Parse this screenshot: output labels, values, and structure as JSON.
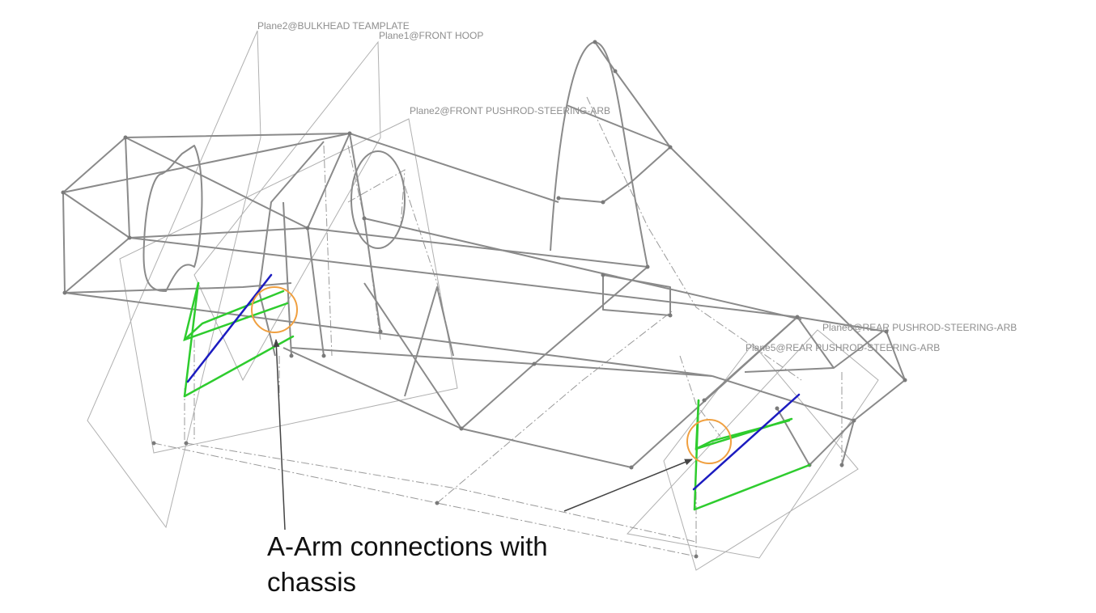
{
  "plane_labels": {
    "bulkhead": "Plane2@BULKHEAD TEAMPLATE",
    "front_hoop": "Plane1@FRONT HOOP",
    "front_pushrod": "Plane2@FRONT PUSHROD-STEERING-ARB",
    "rear_pushrod_6": "Plane6@REAR PUSHROD-STEERING-ARB",
    "rear_pushrod_5": "Plane5@REAR PUSHROD-STEERING-ARB"
  },
  "annotation": {
    "line1": "A-Arm connections with",
    "line2": "chassis"
  },
  "colors": {
    "frame": "#8a8a8a",
    "plane": "#a8a8a8",
    "a_arm": "#2ecc2e",
    "pushrod": "#1c1cc0",
    "highlight": "#f0a040",
    "arrow": "#444444"
  }
}
